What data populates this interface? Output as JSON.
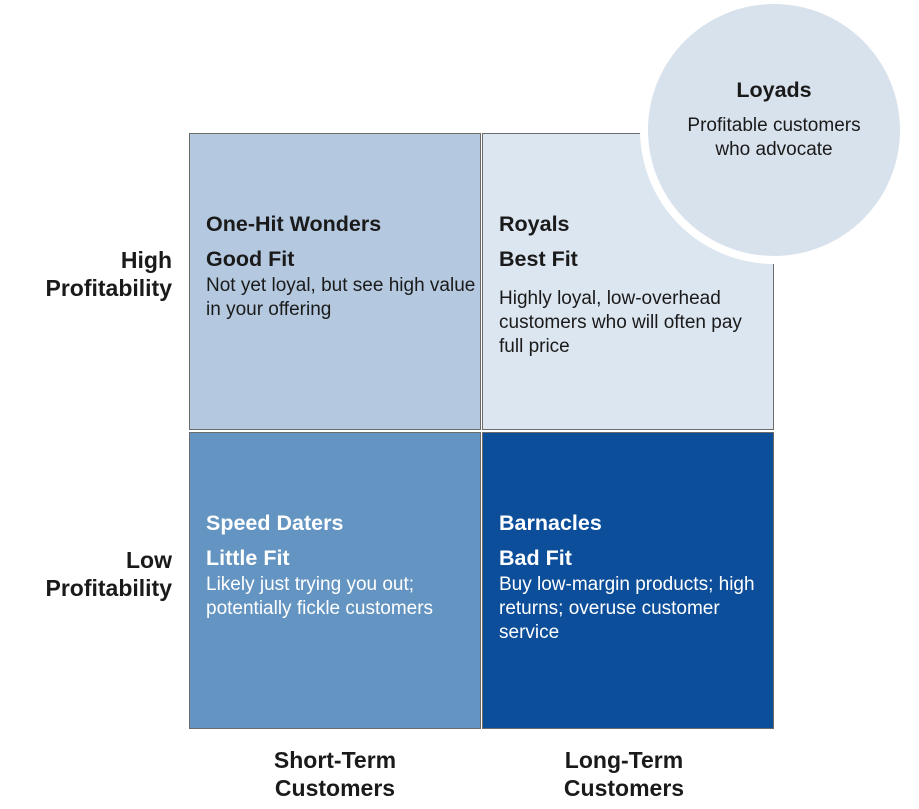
{
  "y_axis": {
    "high": "High\nProfitability",
    "high_line1": "High",
    "high_line2": "Profitability",
    "low_line1": "Low",
    "low_line2": "Profitability"
  },
  "x_axis": {
    "short_line1": "Short-Term",
    "short_line2": "Customers",
    "long_line1": "Long-Term",
    "long_line2": "Customers"
  },
  "quadrants": {
    "top_left": {
      "title": "One-Hit Wonders",
      "fit": "Good Fit",
      "description": "Not yet loyal, but see high value in your offering",
      "color": "#b4c9df"
    },
    "top_right": {
      "title": "Royals",
      "fit": "Best Fit",
      "description": "Highly loyal, low-overhead customers who will often pay full price",
      "color": "#dce6f0"
    },
    "bottom_left": {
      "title": "Speed Daters",
      "fit": "Little Fit",
      "description": "Likely just trying you out; potentially fickle customers",
      "color": "#6494c1"
    },
    "bottom_right": {
      "title": "Barnacles",
      "fit": "Bad Fit",
      "description": "Buy low-margin products; high returns; overuse customer service",
      "color": "#0c4e9a"
    }
  },
  "callout": {
    "title": "Loyads",
    "description": "Profitable customers who advocate",
    "color": "#d8e2ec"
  }
}
